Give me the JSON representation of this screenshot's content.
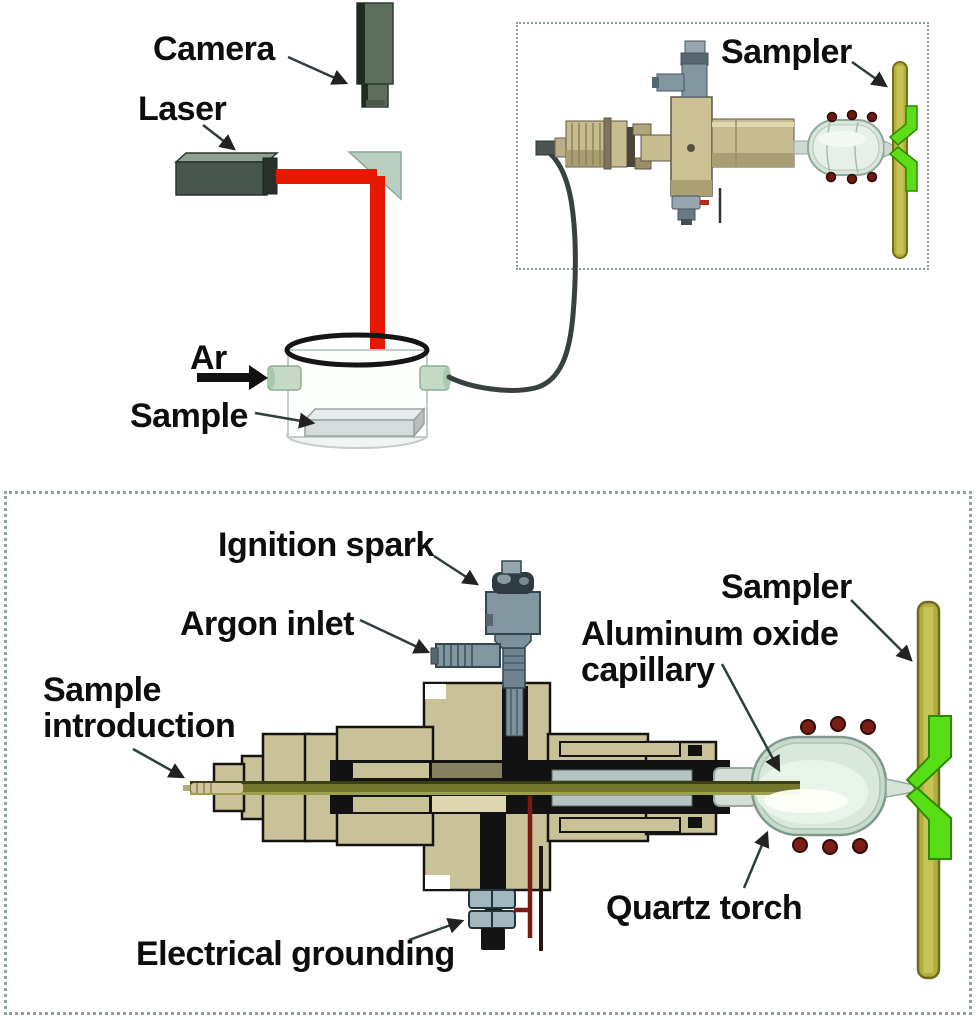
{
  "top_diagram": {
    "labels": {
      "camera": "Camera",
      "laser": "Laser",
      "argon_gas": "Ar",
      "sample": "Sample"
    },
    "inset": {
      "sampler": "Sampler"
    }
  },
  "bottom_diagram": {
    "labels": {
      "ignition_spark": "Ignition spark",
      "argon_inlet": "Argon inlet",
      "sample_introduction": "Sample introduction",
      "aluminum_oxide_capillary": "Aluminum oxide capillary",
      "sampler": "Sampler",
      "quartz_torch": "Quartz torch",
      "electrical_grounding": "Electrical grounding"
    }
  },
  "colors": {
    "laser_beam_red": "#e61800",
    "body_tan": "#c9c197",
    "metal_blue_gray": "#8296a0",
    "torch_glass_green": "#d9e8dc",
    "sampler_plate_olive": "#b2ae3e",
    "skimmer_cone_green": "#58de14",
    "heater_dot_red": "#7c1d15",
    "capillary_olive": "#73762e"
  }
}
